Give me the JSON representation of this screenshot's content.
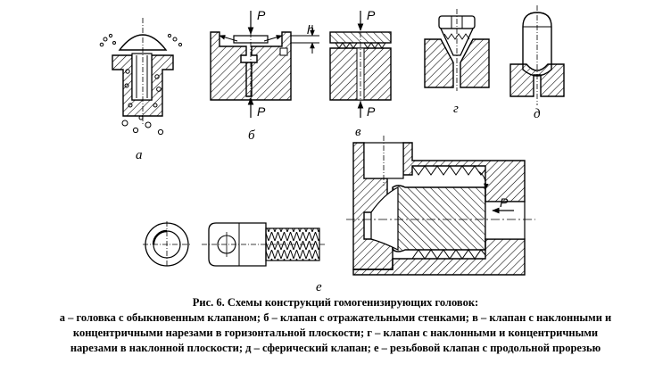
{
  "figure": {
    "force_label": "P",
    "gap_label": "h",
    "part_labels": {
      "a": "а",
      "b": "б",
      "v": "в",
      "g": "г",
      "d": "д",
      "e": "е"
    }
  },
  "caption": {
    "title": "Рис. 6. Схемы конструкций гомогенизирующих головок:",
    "lines": [
      "а – головка с обыкновенным клапаном; б – клапан с отражательными стенками; в – клапан с наклонными и",
      "концентричными нарезами в горизонтальной плоскости; г – клапан с наклонными и концентричными",
      "нарезами в наклонной плоскости; д – сферический клапан; е – резьбовой клапан с продольной прорезью"
    ]
  }
}
